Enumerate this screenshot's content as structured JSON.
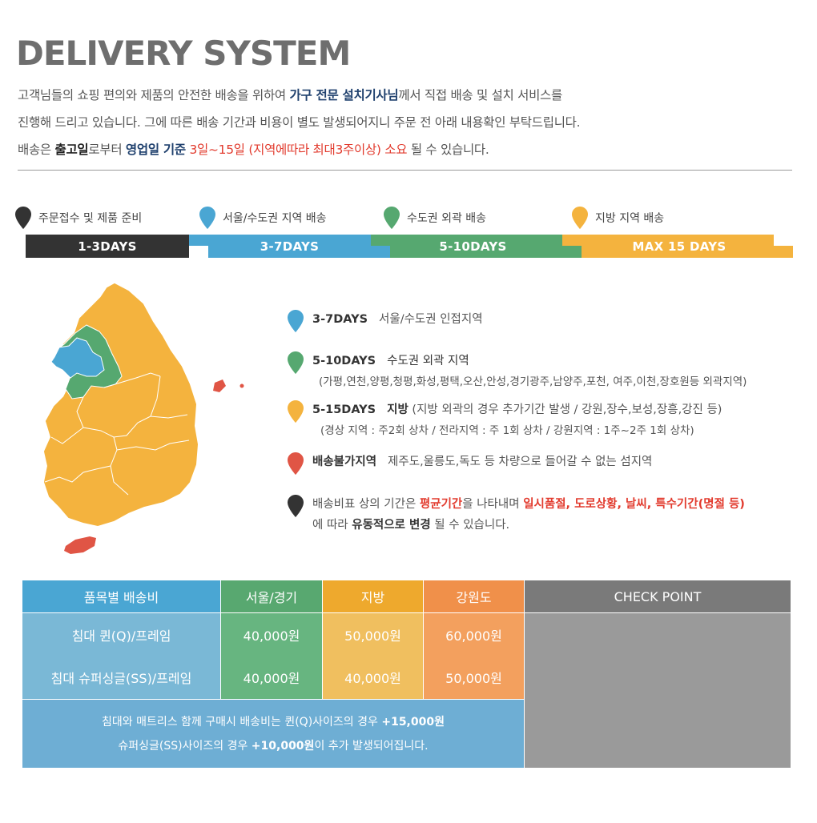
{
  "title": "DELIVERY SYSTEM",
  "intro": {
    "l1_a": "고객님들의 쇼핑 편의와 제품의 안전한 배송을 위하여 ",
    "l1_b": "가구 전문 설치기사님",
    "l1_c": "께서 직접 배송 및 설치 서비스를",
    "l2": "진행해 드리고 있습니다. 그에 따른 배송 기간과 비용이 별도 발생되어지니 주문 전 아래 내용확인 부탁드립니다.",
    "l3_a": "배송은 ",
    "l3_b": "출고일",
    "l3_c": "로부터 ",
    "l3_d": "영업일 기준",
    "l3_e": " 3일~15일 (지역에따라 최대3주이상) 소요",
    "l3_f": " 될 수 있습니다."
  },
  "stages": [
    {
      "label": "주문접수 및 제품 준비",
      "bar": "1-3DAYS",
      "color": "#333333"
    },
    {
      "label": "서울/수도권 지역 배송",
      "bar": "3-7DAYS",
      "color": "#4aa6d3"
    },
    {
      "label": "수도권 외곽 배송",
      "bar": "5-10DAYS",
      "color": "#56a870"
    },
    {
      "label": "지방 지역 배송",
      "bar": "MAX 15 DAYS",
      "color": "#f4b33e"
    }
  ],
  "legend": {
    "r1_key": "3-7DAYS",
    "r1_txt": "서울/수도권 인접지역",
    "r2_key": "5-10DAYS",
    "r2_txt": "수도권 외곽 지역",
    "r2_sub": "(가평,연천,양평,청평,화성,평택,오산,안성,경기광주,남양주,포천, 여주,이천,장호원등 외곽지역)",
    "r3_key": "5-15DAYS",
    "r3_txt_b": "지방",
    "r3_txt": " (지방 외곽의 경우 추가기간 발생 / 강원,장수,보성,장흥,강진 등)",
    "r3_sub": "(경상 지역 : 주2회 상차 / 전라지역 : 주 1회 상차 / 강원지역 : 1주~2주 1회 상차)",
    "r4_key": "배송불가지역",
    "r4_txt": "제주도,울릉도,독도 등 차량으로 들어갈 수 없는 섬지역",
    "r5_a": "배송비표 상의 기간은 ",
    "r5_b": "평균기간",
    "r5_c": "을 나타내며 ",
    "r5_d": "일시품절, 도로상황, 날씨, 특수기간(명절 등)",
    "r5_e": "에 따라 ",
    "r5_f": "유동적으로 변경",
    "r5_g": " 될 수 있습니다."
  },
  "table": {
    "headers": [
      "품목별 배송비",
      "서울/경기",
      "지방",
      "강원도",
      "CHECK POINT"
    ],
    "rows": [
      {
        "item": "침대 퀸(Q)/프레임",
        "seoul": "40,000원",
        "local": "50,000원",
        "gangwon": "60,000원"
      },
      {
        "item": "침대 슈퍼싱글(SS)/프레임",
        "seoul": "40,000원",
        "local": "40,000원",
        "gangwon": "50,000원"
      }
    ],
    "note1_a": "침대와 매트리스 함께 구매시 배송비는 퀸(Q)사이즈의 경우 ",
    "note1_b": "+15,000원",
    "note2_a": "슈퍼싱글(SS)사이즈의 경우 ",
    "note2_b": "+10,000원",
    "note2_c": "이 추가 발생되어집니다."
  },
  "colors": {
    "dark": "#333333",
    "blue": "#4aa6d3",
    "green": "#56a870",
    "yellow": "#f4b33e",
    "red": "#e05545",
    "header_blue": "#4aa6d3",
    "header_green": "#58a870",
    "header_yellow": "#eea92d",
    "header_orange": "#f0904a",
    "header_gray": "#7a7a7a",
    "cell_blue": "#7ab8d6",
    "cell_green": "#67b580",
    "cell_yellow": "#f0bf5f",
    "cell_orange": "#f3a05e",
    "cell_gray": "#9a9a9a"
  }
}
